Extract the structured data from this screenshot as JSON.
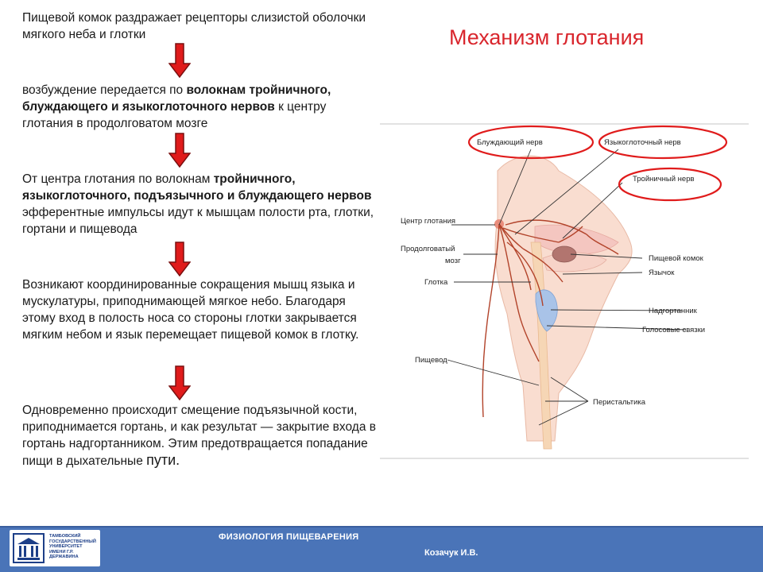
{
  "slide": {
    "title": "Механизм глотания"
  },
  "steps": [
    {
      "parts": [
        {
          "text": "Пищевой комок раздражает рецепторы слизистой оболочки мягкого неба и глотки",
          "bold": false
        }
      ]
    },
    {
      "parts": [
        {
          "text": "возбуждение передается по ",
          "bold": false
        },
        {
          "text": "волокнам тройничного, блуждающего и языкоглоточного нервов",
          "bold": true
        },
        {
          "text": " к центру глотания в продолговатом мозге",
          "bold": false
        }
      ]
    },
    {
      "parts": [
        {
          "text": "От центра глотания по волокнам ",
          "bold": false
        },
        {
          "text": "тройничного, языкоглоточного, подъязычного и блуждающего нервов",
          "bold": true
        },
        {
          "text": " эфферентные импульсы идут к мышцам полости рта, глотки, гортани и пищевода",
          "bold": false
        }
      ]
    },
    {
      "parts": [
        {
          "text": "Возникают координированные сокращения мышц языка и мускулатуры, приподнимающей мягкое небо. Благодаря этому вход в полость носа со стороны глотки закрывается мягким небом и язык перемещает пищевой комок в глотку.",
          "bold": false
        }
      ]
    },
    {
      "parts": [
        {
          "text": "Одновременно происходит смещение подъязычной кости, приподнимается гортань, и как результат — закрытие входа в гортань надгортанником. Этим предотвращается попадание пищи в дыхательные ",
          "bold": false
        },
        {
          "text": "пути.",
          "bold": false,
          "large": true
        }
      ]
    }
  ],
  "figure": {
    "labels": {
      "vagus": "Блуждающий нерв",
      "glossopharyngeal": "Языкоглоточный нерв",
      "trigeminal": "Тройничный нерв",
      "center": "Центр глотания",
      "medulla_1": "Продолговатый",
      "medulla_2": "мозг",
      "pharynx": "Глотка",
      "esophagus": "Пищевод",
      "bolus": "Пищевой комок",
      "tongue": "Язычок",
      "epiglottis": "Надгортанник",
      "vocal_cords": "Голосовые связки",
      "peristalsis": "Перистальтика"
    }
  },
  "footer": {
    "course": "ФИЗИОЛОГИЯ ПИЩЕВАРЕНИЯ",
    "author": "Козачук И.В.",
    "logo_text": "Тамбовский государственный университет имени Г.Р. Державина"
  },
  "colors": {
    "title": "#d9262d",
    "arrow": "#e01b1b",
    "ellipse": "#e01b1b",
    "footer": "#4a74b8"
  }
}
